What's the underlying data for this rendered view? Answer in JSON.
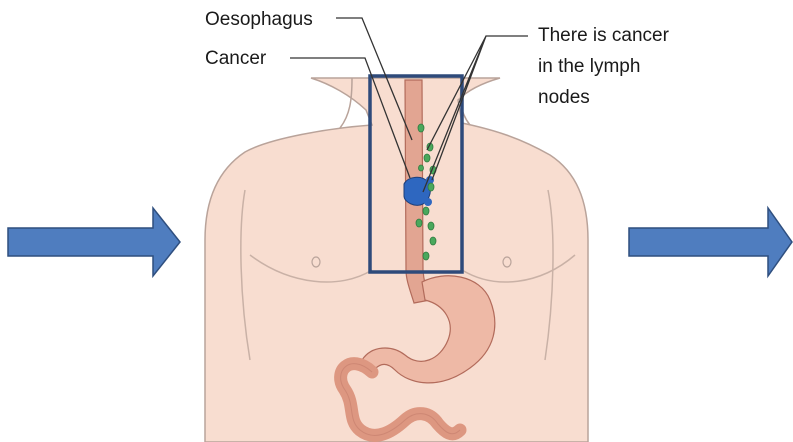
{
  "labels": {
    "oesophagus": "Oesophagus",
    "cancer": "Cancer",
    "lymph_line1": "There is cancer",
    "lymph_line2": "in the lymph",
    "lymph_line3": "nodes"
  },
  "colors": {
    "skin": "#f8ddd0",
    "skin_outline": "#b9a39a",
    "oesophagus": "#e2a592",
    "tumour": "#2e67c0",
    "lymph_node": "#4aa85c",
    "highlight_box": "#2e4a7a",
    "arrow_fill": "#4f7dbf",
    "arrow_outline": "#2f4f7f"
  }
}
